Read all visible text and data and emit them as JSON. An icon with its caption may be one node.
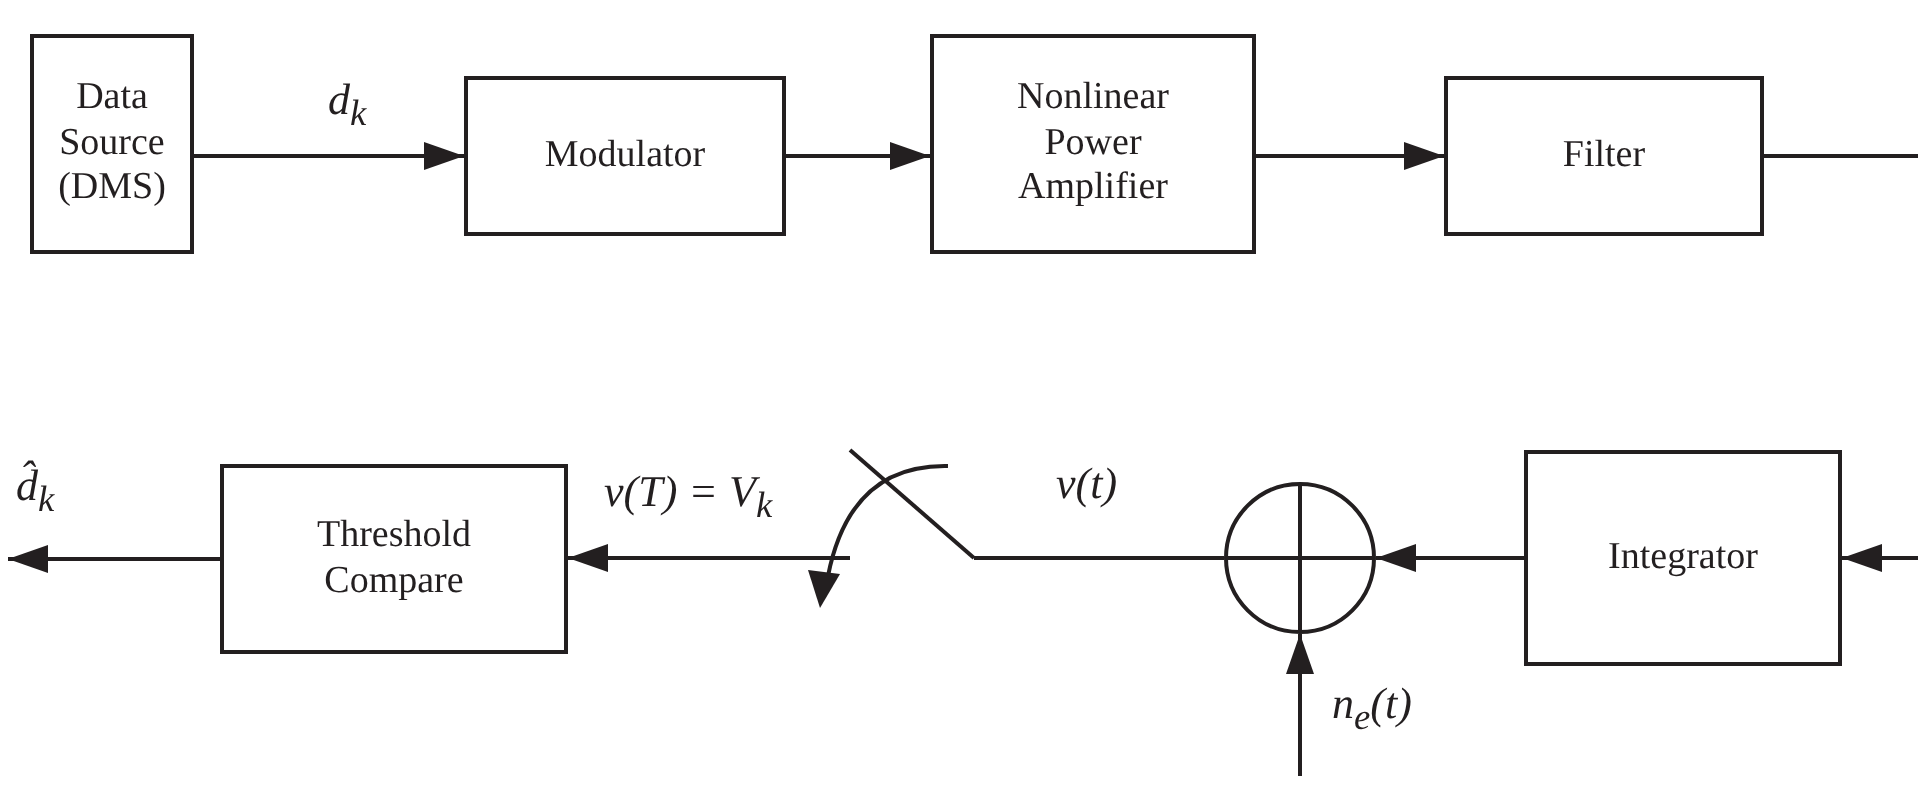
{
  "diagram": {
    "nodes": [
      {
        "text": [
          "Data Source (DMS)"
        ]
      },
      {
        "text": [
          "Modulator"
        ]
      },
      {
        "text": [
          "Nonlinear Power Amplifier"
        ]
      },
      {
        "text": [
          "Filter"
        ]
      },
      {
        "text": [
          "Integrator"
        ]
      },
      {
        "text": [],
        "shape": "circle"
      },
      {
        "text": [
          "Threshold Compare"
        ]
      },
      {
        "text": [],
        "shape": "switch"
      }
    ],
    "edges": [
      {
        "from": 0,
        "to": 1,
        "arrow": "to",
        "label": "d$_{k}$"
      },
      {
        "from": 1,
        "to": 2,
        "arrow": "to"
      },
      {
        "from": 2,
        "to": 3,
        "arrow": "to"
      },
      {
        "from": 3,
        "to": null,
        "arrow": "none"
      },
      {
        "from": null,
        "to": 4,
        "arrow": "to"
      },
      {
        "from": 4,
        "to": 5,
        "arrow": "to"
      },
      {
        "from": null,
        "to": 5,
        "arrow": "to",
        "label": "n$_{e}$(t)"
      },
      {
        "from": 5,
        "to": 7,
        "arrow": "none",
        "label": "v(t)"
      },
      {
        "from": 7,
        "to": 6,
        "arrow": "to",
        "label": "v(T) = V$_{k}$"
      },
      {
        "from": 6,
        "to": null,
        "arrow": "to",
        "label": "d̂$_{k}$"
      }
    ]
  }
}
